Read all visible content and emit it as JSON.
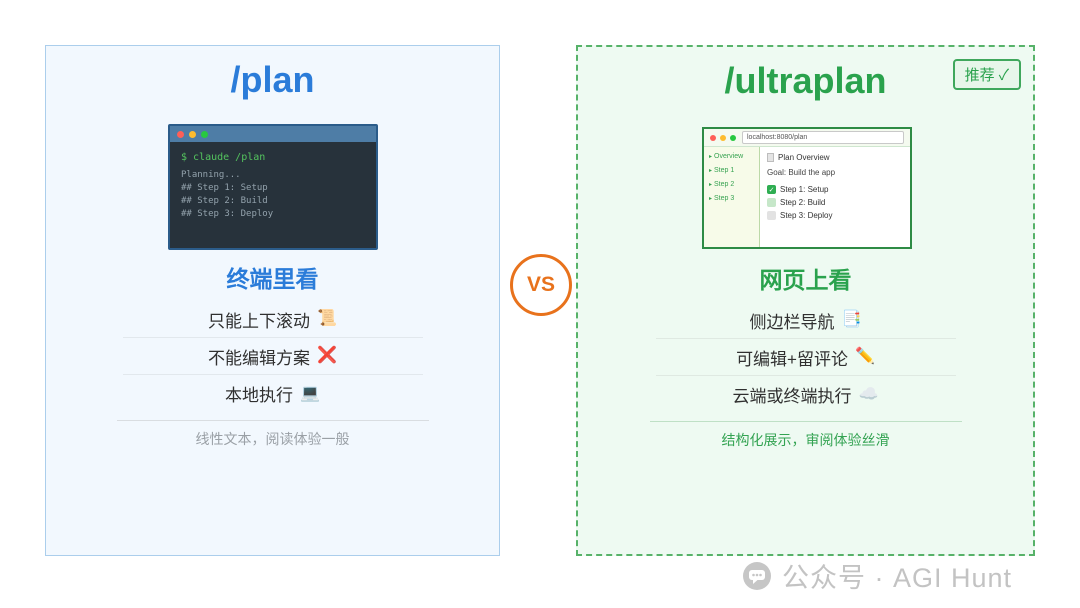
{
  "left": {
    "title": "/plan",
    "terminal": {
      "prompt": "$ claude /plan",
      "lines": [
        "Planning...",
        "## Step 1: Setup",
        "## Step 2: Build",
        "## Step 3: Deploy"
      ]
    },
    "subtitle": "终端里看",
    "items": [
      {
        "text": "只能上下滚动",
        "icon": "📜"
      },
      {
        "text": "不能编辑方案",
        "icon": "❌"
      },
      {
        "text": "本地执行",
        "icon": "💻"
      }
    ],
    "footer": "线性文本，阅读体验一般"
  },
  "vs_label": "VS",
  "right": {
    "title": "/ultraplan",
    "badge": "推荐 ✓",
    "browser": {
      "url": "localhost:8080/plan",
      "sidebar_arrow": "▸",
      "sidebar": [
        "Overview",
        "Step 1",
        "Step 2",
        "Step 3"
      ],
      "heading": "Plan Overview",
      "goal": "Goal: Build the app",
      "checklist": [
        {
          "label": "Step 1: Setup",
          "mark": "✓",
          "state": "done"
        },
        {
          "label": "Step 2: Build",
          "mark": "",
          "state": "active"
        },
        {
          "label": "Step 3: Deploy",
          "mark": "",
          "state": "pending"
        }
      ]
    },
    "subtitle": "网页上看",
    "items": [
      {
        "text": "侧边栏导航",
        "icon": "📑"
      },
      {
        "text": "可编辑+留评论",
        "icon": "✏️"
      },
      {
        "text": "云端或终端执行",
        "icon": "☁️"
      }
    ],
    "footer": "结构化展示，审阅体验丝滑"
  },
  "watermark": "公众号 · AGI Hunt",
  "colors": {
    "blue": "#2b7cd9",
    "green": "#2aa24d",
    "orange": "#e8721c"
  }
}
